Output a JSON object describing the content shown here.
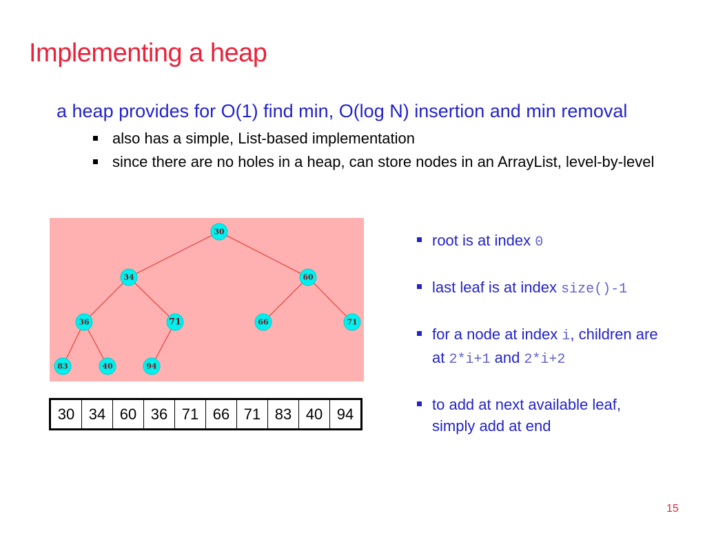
{
  "title": "Implementing a heap",
  "lead": "a heap provides for O(1) find min, O(log N) insertion and min removal",
  "sub_bullets": [
    "also has a simple, List-based implementation",
    "since there are no holes in a heap, can store nodes in an ArrayList, level-by-level"
  ],
  "tree_nodes": [
    "30",
    "34",
    "60",
    "36",
    "71",
    "66",
    "71",
    "83",
    "40",
    "94"
  ],
  "array_values": [
    "30",
    "34",
    "60",
    "36",
    "71",
    "66",
    "71",
    "83",
    "40",
    "94"
  ],
  "right_bullets": {
    "b1_text": "root is at index ",
    "b1_code": "0",
    "b2_text": "last leaf is at index ",
    "b2_code": "size()-1",
    "b3_text1": "for a node at index ",
    "b3_code1": "i",
    "b3_text2": ", children are at ",
    "b3_code2": "2*i+1",
    "b3_text3": " and ",
    "b3_code3": "2*i+2",
    "b4_text": "to add at next available leaf, simply add at end"
  },
  "page_number": "15",
  "colors": {
    "title": "#e8233a",
    "body_blue": "#2323c8",
    "tree_bg": "#ffb0b0",
    "node_fill": "#00f0f0"
  }
}
